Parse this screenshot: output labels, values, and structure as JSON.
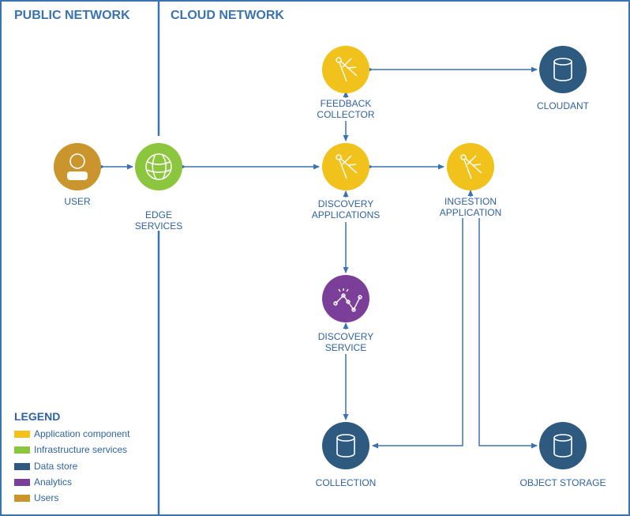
{
  "zones": {
    "public": "PUBLIC NETWORK",
    "cloud": "CLOUD NETWORK"
  },
  "nodes": {
    "user": {
      "label": [
        "USER"
      ],
      "color": "#c9952c",
      "icon": "user-icon"
    },
    "edge": {
      "label": [
        "EDGE",
        "SERVICES"
      ],
      "color": "#8cc63e",
      "icon": "globe-icon"
    },
    "feedback": {
      "label": [
        "FEEDBACK",
        "COLLECTOR"
      ],
      "color": "#f0c21b",
      "icon": "compass-icon"
    },
    "discovery_apps": {
      "label": [
        "DISCOVERY",
        "APPLICATIONS"
      ],
      "color": "#f0c21b",
      "icon": "compass-icon"
    },
    "ingestion": {
      "label": [
        "INGESTION",
        "APPLICATION"
      ],
      "color": "#f0c21b",
      "icon": "compass-icon"
    },
    "discovery_service": {
      "label": [
        "DISCOVERY",
        "SERVICE"
      ],
      "color": "#7b3f9a",
      "icon": "analytics-icon"
    },
    "cloudant": {
      "label": [
        "CLOUDANT"
      ],
      "color": "#2f5a80",
      "icon": "database-icon"
    },
    "collection": {
      "label": [
        "COLLECTION"
      ],
      "color": "#2f5a80",
      "icon": "database-icon"
    },
    "object_storage": {
      "label": [
        "OBJECT STORAGE"
      ],
      "color": "#2f5a80",
      "icon": "database-icon"
    }
  },
  "legend": {
    "title": "LEGEND",
    "items": [
      {
        "label": "Application component",
        "color": "#f0c21b"
      },
      {
        "label": "Infrastructure services",
        "color": "#8cc63e"
      },
      {
        "label": "Data store",
        "color": "#2f5a80"
      },
      {
        "label": "Analytics",
        "color": "#7b3f9a"
      },
      {
        "label": "Users",
        "color": "#c9952c"
      }
    ]
  },
  "colors": {
    "border": "#3a73b2",
    "connector": "#3a73b2",
    "text": "#2f62a0"
  }
}
